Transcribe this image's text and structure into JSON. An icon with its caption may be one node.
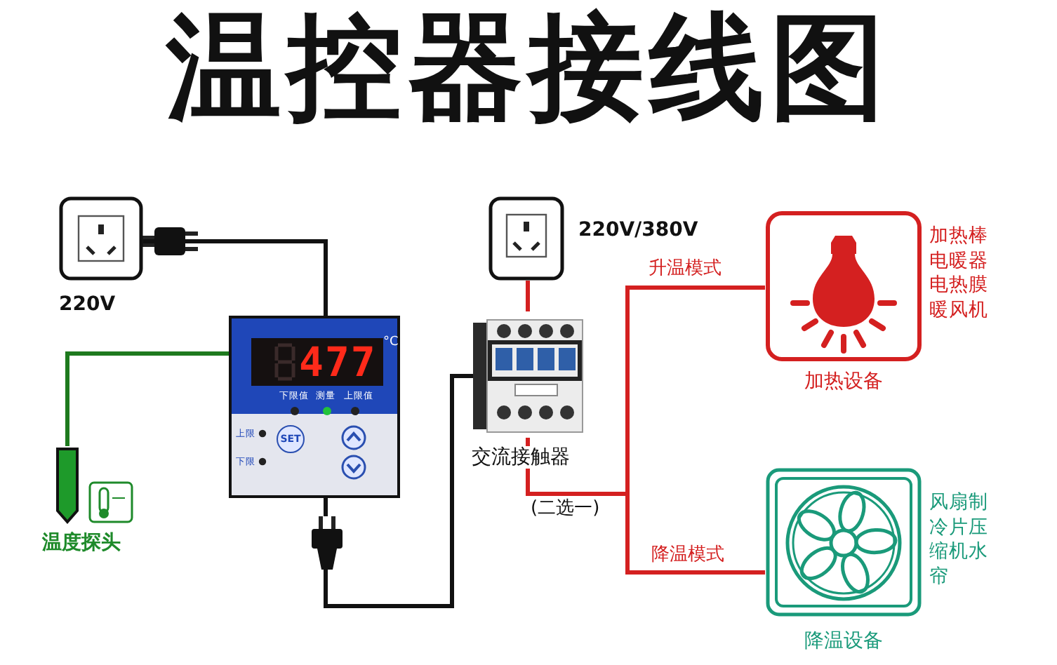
{
  "diagram": {
    "title": "温控器接线图",
    "nodes": [
      {
        "text": [],
        "shape": "picture",
        "beside": [
          "220V"
        ]
      },
      {
        "text": [
          "477",
          "°C",
          "下限值",
          "测量",
          "上限值",
          "SET",
          "上限",
          "下限"
        ]
      },
      {
        "text": [],
        "shape": "bar",
        "beside": [
          "温度探头"
        ]
      },
      {
        "text": [],
        "shape": "picture"
      },
      {
        "text": [],
        "shape": "picture",
        "beside": [
          "220V/380V"
        ]
      },
      {
        "text": [],
        "shape": "picture",
        "beside": [
          "交流接触器"
        ]
      },
      {
        "text": [],
        "shape": "picture",
        "beside": [
          "加热设备",
          "加热棒电暖器电热膜暖风机"
        ]
      },
      {
        "text": [],
        "shape": "picture",
        "beside": [
          "降温设备",
          "风扇制冷片压缩机水帘"
        ]
      }
    ],
    "edges": [
      {
        "from": 0,
        "to": 1,
        "arrow": "none",
        "color": "#111111"
      },
      {
        "from": 2,
        "to": 1,
        "arrow": "none",
        "color": "#1e7a1e"
      },
      {
        "from": 1,
        "to": 3,
        "arrow": "none",
        "color": "#111111"
      },
      {
        "from": 3,
        "to": 5,
        "arrow": "none",
        "color": "#111111"
      },
      {
        "from": 4,
        "to": 5,
        "arrow": "none",
        "color": "#d42020"
      },
      {
        "from": 5,
        "to": 6,
        "arrow": "none",
        "color": "#d42020",
        "label": "升温模式"
      },
      {
        "from": 5,
        "to": 7,
        "arrow": "none",
        "color": "#d42020",
        "label": "降温模式"
      }
    ],
    "labels": [
      "(二选一)"
    ]
  }
}
